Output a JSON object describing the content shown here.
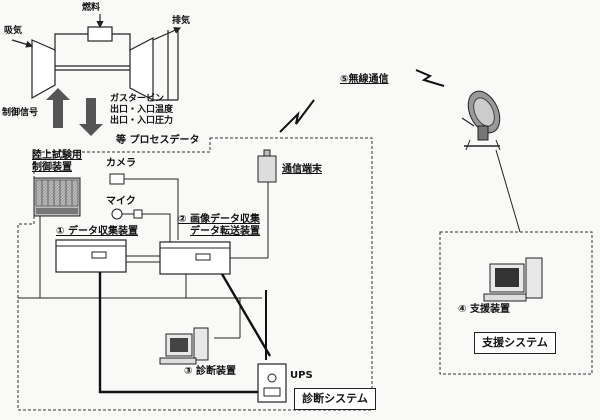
{
  "turbine": {
    "fuel_label": "燃料",
    "intake_label": "吸気",
    "exhaust_label": "排気",
    "gas_turbine_label": "ガスタービン",
    "inlet_outlet_temp_label": "出口・入口温度",
    "inlet_outlet_pressure_label": "出口・入口圧力",
    "control_signal_label": "制御信号"
  },
  "process_data_label": "等 プロセスデータ",
  "control_device": {
    "label_line1": "陸上試験用",
    "label_line2": "制御装置"
  },
  "camera_label": "カメラ",
  "mic_label": "マイク",
  "data_collector_label": "① データ収集装置",
  "image_device": {
    "label_line1": "② 画像データ収集",
    "label_line2": "データ転送装置"
  },
  "comm_terminal_label": "通信端末",
  "wireless_label": "⑤無線通信",
  "diagnosis_device_label": "③ 診断装置",
  "ups_label": "UPS",
  "diagnosis_system_label": "診断システム",
  "support_device_label": "④ 支援装置",
  "support_system_label": "支援システム"
}
